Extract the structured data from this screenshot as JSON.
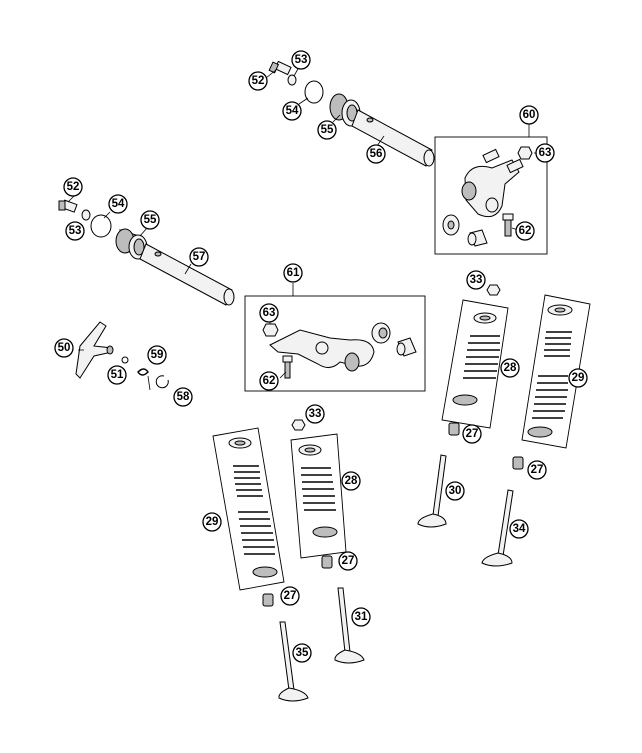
{
  "callouts": [
    {
      "id": "c52a",
      "label": "52"
    },
    {
      "id": "c53a",
      "label": "53"
    },
    {
      "id": "c54a",
      "label": "54"
    },
    {
      "id": "c55a",
      "label": "55"
    },
    {
      "id": "c56",
      "label": "56"
    },
    {
      "id": "c60",
      "label": "60"
    },
    {
      "id": "c63a",
      "label": "63"
    },
    {
      "id": "c62a",
      "label": "62"
    },
    {
      "id": "c52b",
      "label": "52"
    },
    {
      "id": "c54b",
      "label": "54"
    },
    {
      "id": "c53b",
      "label": "53"
    },
    {
      "id": "c55b",
      "label": "55"
    },
    {
      "id": "c57",
      "label": "57"
    },
    {
      "id": "c61",
      "label": "61"
    },
    {
      "id": "c63b",
      "label": "63"
    },
    {
      "id": "c62b",
      "label": "62"
    },
    {
      "id": "c50",
      "label": "50"
    },
    {
      "id": "c59",
      "label": "59"
    },
    {
      "id": "c51",
      "label": "51"
    },
    {
      "id": "c58",
      "label": "58"
    },
    {
      "id": "c33a",
      "label": "33"
    },
    {
      "id": "c28a",
      "label": "28"
    },
    {
      "id": "c29a",
      "label": "29"
    },
    {
      "id": "c27a",
      "label": "27"
    },
    {
      "id": "c27b",
      "label": "27"
    },
    {
      "id": "c30",
      "label": "30"
    },
    {
      "id": "c34",
      "label": "34"
    },
    {
      "id": "c33b",
      "label": "33"
    },
    {
      "id": "c28b",
      "label": "28"
    },
    {
      "id": "c29b",
      "label": "29"
    },
    {
      "id": "c27c",
      "label": "27"
    },
    {
      "id": "c27d",
      "label": "27"
    },
    {
      "id": "c31",
      "label": "31"
    },
    {
      "id": "c35",
      "label": "35"
    }
  ]
}
